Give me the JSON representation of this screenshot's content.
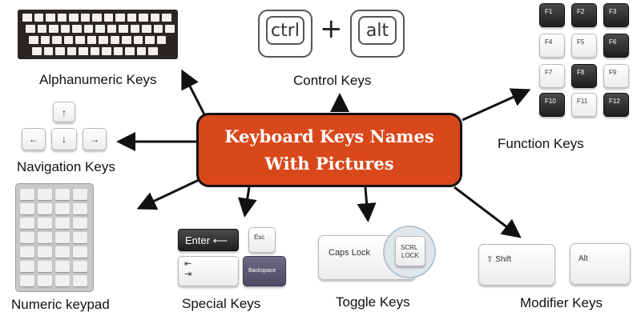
{
  "center": {
    "title": "Keyboard Keys Names With Pictures"
  },
  "categories": {
    "alphanumeric": "Alphanumeric Keys",
    "control": "Control Keys",
    "function": "Function Keys",
    "navigation": "Navigation Keys",
    "numeric": "Numeric keypad",
    "special": "Special Keys",
    "toggle": "Toggle Keys",
    "modifier": "Modifier Keys"
  },
  "control_keys": {
    "left": "ctrl",
    "plus": "+",
    "right": "alt"
  },
  "function_keys": [
    "F1",
    "F2",
    "F3",
    "F4",
    "F5",
    "F6",
    "F7",
    "F8",
    "F9",
    "F10",
    "F11",
    "F12"
  ],
  "navigation_keys": {
    "up": "↑",
    "left": "←",
    "down": "↓",
    "right": "→"
  },
  "special_keys": {
    "enter": "Enter ⟵",
    "esc": "Esc",
    "tab": "⇤\n⇥",
    "backspace": "Backspace"
  },
  "toggle_keys": {
    "caps": "Caps Lock",
    "scroll_line1": "SCRL",
    "scroll_line2": "LOCK"
  },
  "modifier_keys": {
    "shift": "⇧ Shift",
    "alt": "Alt"
  }
}
